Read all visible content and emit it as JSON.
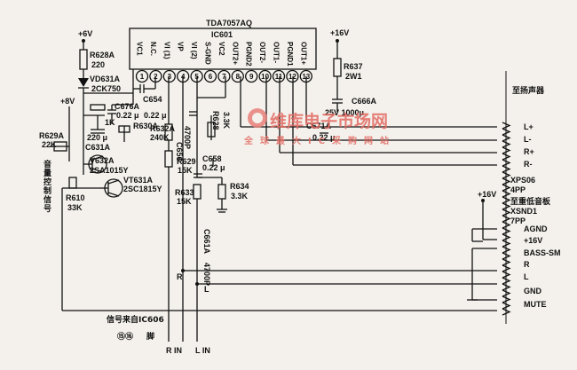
{
  "ic": {
    "model": "TDA7057AQ",
    "ref": "IC601",
    "pin_names": [
      "VC1",
      "N.C.",
      "VI (1)",
      "VP",
      "VI (2)",
      "S-GND",
      "VC2",
      "OUT2+",
      "PGND2",
      "OUT2-",
      "OUT1-",
      "PGND1",
      "OUT1+"
    ],
    "pin_numbers": [
      "1",
      "2",
      "3",
      "4",
      "5",
      "6",
      "7",
      "8",
      "9",
      "10",
      "11",
      "12",
      "13"
    ]
  },
  "supplies": {
    "left": "+6V",
    "right": "+16V",
    "bottom": "+16V",
    "transistor": "+8V"
  },
  "components": {
    "r628a": {
      "ref": "R628A",
      "value": "220"
    },
    "vd631a": {
      "ref": "VD631A",
      "value": "2CK750"
    },
    "c654": {
      "ref": "C654"
    },
    "c676a": {
      "ref": "C676A",
      "value": "0.22 μ"
    },
    "r1k": {
      "value": "1K"
    },
    "c631a": {
      "value": "220 μ",
      "ref": "C631A"
    },
    "r629a": {
      "ref": "R629A",
      "value": "22K"
    },
    "v632a": {
      "ref": "V632A",
      "value": "2SA1015Y"
    },
    "vt631a": {
      "ref": "VT631A",
      "value": "2SC1815Y"
    },
    "r610": {
      "ref": "R610",
      "value": "33K"
    },
    "r630a": {
      "ref": "R630A"
    },
    "r632a": {
      "ref": "R632A",
      "value": "240K"
    },
    "c_mid": {
      "value": "0.22 μ"
    },
    "c656": {
      "ref": "C656",
      "value": "4700P"
    },
    "r628": {
      "ref": "R628",
      "value": "3.3K"
    },
    "r629": {
      "ref": "R629",
      "value": "15K"
    },
    "c658": {
      "ref": "C658",
      "value": "0.22 μ"
    },
    "r633": {
      "ref": "R633",
      "value": "15K"
    },
    "r634": {
      "ref": "R634",
      "value": "3.3K"
    },
    "c661a": {
      "ref": "C661A",
      "value": "4700P"
    },
    "r637": {
      "ref": "R637",
      "value": "2W1"
    },
    "c666a": {
      "ref": "C666A",
      "value": "25V 1000μ"
    },
    "c671a": {
      "ref": "C671A",
      "value": "0.22 μ"
    }
  },
  "connectors": {
    "speaker_title": "至扬声器",
    "xps06": {
      "ref": "XPS06",
      "pins": "4PP",
      "labels": [
        "L+",
        "L-",
        "R+",
        "R-"
      ]
    },
    "bass_title": "至重低音板",
    "xsnd1": {
      "ref": "XSND1",
      "pins": "7PP",
      "labels": [
        "AGND",
        "+16V",
        "BASS-SM",
        "R",
        "L",
        "GND",
        "MUTE"
      ]
    }
  },
  "signals": {
    "volume_control": "音量控制信号",
    "source": "信号来自IC606",
    "pins_prefix": "⑮⑯",
    "pins_suffix": "脚",
    "r_in": "R IN",
    "l_in": "L IN",
    "r_bus": "R",
    "l_bus": "L"
  },
  "watermark": {
    "brand": "维库电子市场网",
    "tagline": "全球最大IC采购网站"
  }
}
